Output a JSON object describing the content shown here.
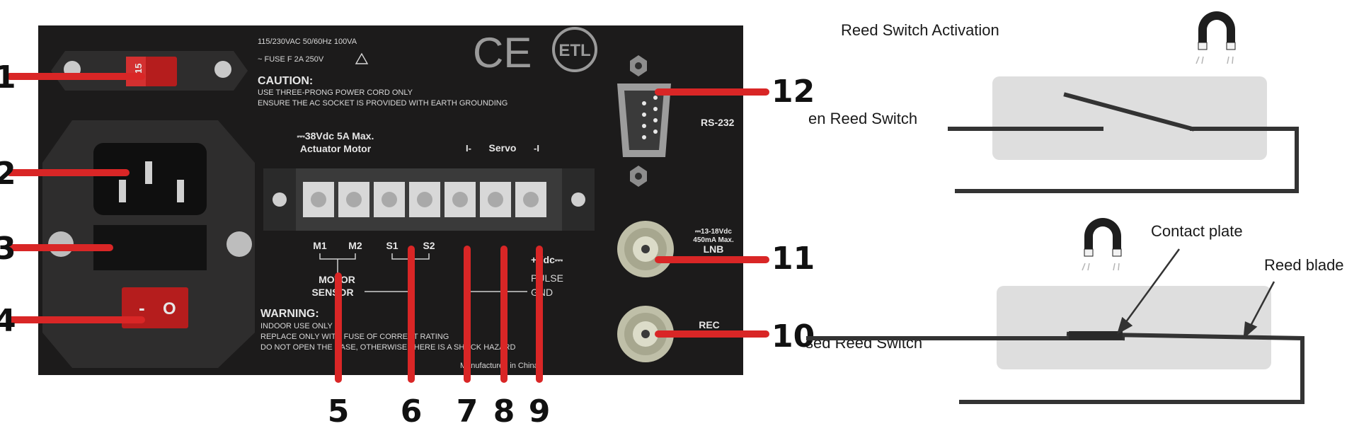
{
  "panel": {
    "rating": "115/230VAC 50/60Hz 100VA",
    "fuse": "~ FUSE F 2A 250V",
    "caution_title": "CAUTION:",
    "caution_line1": "USE THREE-PRONG POWER CORD ONLY",
    "caution_line2": "ENSURE THE AC SOCKET IS PROVIDED WITH EARTH GROUNDING",
    "ce_mark": "CE",
    "etl_mark": "ETL",
    "voltage_switch": "115",
    "motor_rating": "⎓38Vdc 5A Max.",
    "motor_label": "Actuator Motor",
    "servo_label": "Servo",
    "servo_minus": "I-",
    "servo_plus": "-I",
    "m1": "M1",
    "m2": "M2",
    "s1": "S1",
    "s2": "S2",
    "motor_word": "MOTOR",
    "sensor_word": "SENSOR",
    "vdc": "+Vdc⎓",
    "pulse": "PULSE",
    "gnd": "GND",
    "warning_title": "WARNING:",
    "warning_line1": "INDOOR USE ONLY",
    "warning_line2": "REPLACE ONLY WITH FUSE OF CORRECT RATING",
    "warning_line3": "DO NOT OPEN THE CASE, OTHERWISE THERE IS A SHOCK HAZARD",
    "manufactured": "Manufactured in China",
    "rs232": "RS-232",
    "lnb_rating1": "⎓13-18Vdc",
    "lnb_rating2": "450mA Max.",
    "lnb": "LNB",
    "rec": "REC",
    "power_off": "-",
    "power_on": "O"
  },
  "callouts": [
    "1",
    "2",
    "3",
    "4",
    "5",
    "6",
    "7",
    "8",
    "9",
    "10",
    "11",
    "12"
  ],
  "reed": {
    "title": "Reed Switch Activation",
    "open_label": "en Reed Switch",
    "closed_label": "sed Reed Switch",
    "contact_plate": "Contact plate",
    "reed_blade": "Reed blade"
  },
  "colors": {
    "panel": "#1c1b1b",
    "callout": "#d92626",
    "reed_body": "#dedede",
    "wire": "#333333"
  }
}
